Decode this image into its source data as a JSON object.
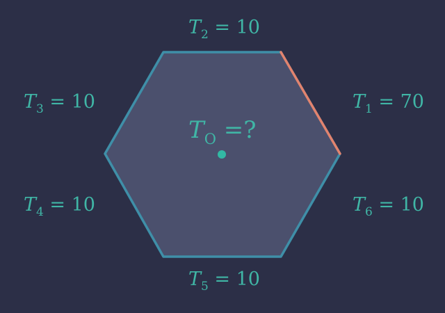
{
  "colors": {
    "background": "#2c2f47",
    "hexagon_fill": "#4b506d",
    "hexagon_edge": "#3f8fa8",
    "hot_edge": "#e2836e",
    "label_text": "#40b6a6",
    "center_point": "#32b9a4"
  },
  "hexagon": {
    "hot_edge_label": "T1"
  },
  "center": {
    "var": "T",
    "sub": "O",
    "rest": " =?"
  },
  "labels": {
    "t1": {
      "var": "T",
      "sub": "1",
      "rest": " = 70"
    },
    "t2": {
      "var": "T",
      "sub": "2",
      "rest": " = 10"
    },
    "t3": {
      "var": "T",
      "sub": "3",
      "rest": " = 10"
    },
    "t4": {
      "var": "T",
      "sub": "4",
      "rest": " = 10"
    },
    "t5": {
      "var": "T",
      "sub": "5",
      "rest": " = 10"
    },
    "t6": {
      "var": "T",
      "sub": "6",
      "rest": " = 10"
    }
  }
}
